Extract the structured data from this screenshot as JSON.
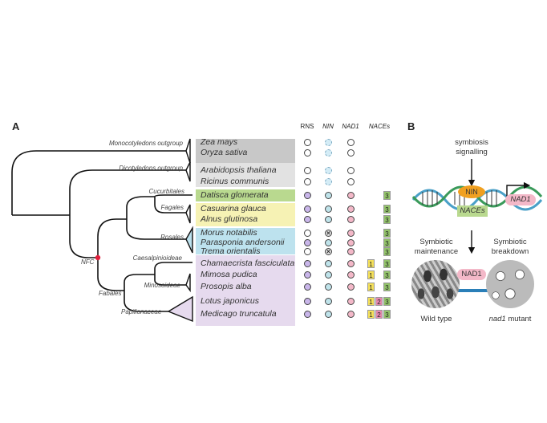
{
  "panel_a": {
    "letter": "A",
    "columns": [
      "RNS",
      "NIN",
      "NAD1",
      "NACEs"
    ],
    "colors": {
      "RNS": "#c9b6ea",
      "NIN": "#bfe3ea",
      "NAD1": "#f3b8c8",
      "nace1": "#f4e05a",
      "nace2": "#e889b0",
      "nace3": "#93c46a"
    },
    "clades": {
      "monocot": "Monocotyledons outgroup",
      "dicot": "Dicotyledons outgroup",
      "cucurbitales": "Cucurbitales",
      "fagales": "Fagales",
      "rosales": "Rosales",
      "caesalpinioideae": "Caesalpinioideae",
      "minosoideae": "Minosoideae",
      "fabales": "Fabales",
      "papilionaceae": "Papilionaceae",
      "nfc": "NFC"
    },
    "groups": [
      {
        "color": "#c8c8c8"
      },
      {
        "color": "#e2e2e2"
      },
      {
        "color": "#b9d98f"
      },
      {
        "color": "#f6f2b4"
      },
      {
        "color": "#bde2ee"
      },
      {
        "color": "#e6daee"
      }
    ],
    "species": [
      {
        "name": "Zea mays",
        "rns": "absent",
        "nin": "dashed",
        "nad1": "absent",
        "naces": []
      },
      {
        "name": "Oryza sativa",
        "rns": "absent",
        "nin": "dashed",
        "nad1": "absent",
        "naces": []
      },
      {
        "name": "Arabidopsis thaliana",
        "rns": "absent",
        "nin": "dashed",
        "nad1": "absent",
        "naces": []
      },
      {
        "name": "Ricinus communis",
        "rns": "absent",
        "nin": "dashed",
        "nad1": "absent",
        "naces": []
      },
      {
        "name": "Datisca glomerata",
        "rns": "present",
        "nin": "present",
        "nad1": "present",
        "naces": [
          "3"
        ]
      },
      {
        "name": "Casuarina glauca",
        "rns": "present",
        "nin": "present",
        "nad1": "present",
        "naces": [
          "3"
        ]
      },
      {
        "name": "Alnus glutinosa",
        "rns": "present",
        "nin": "present",
        "nad1": "present",
        "naces": [
          "3"
        ]
      },
      {
        "name": "Morus notabilis",
        "rns": "absent",
        "nin": "lost",
        "nad1": "present",
        "naces": [
          "3"
        ]
      },
      {
        "name": "Parasponia andersonii",
        "rns": "present",
        "nin": "present",
        "nad1": "present",
        "naces": [
          "3"
        ]
      },
      {
        "name": "Trema orientalis",
        "rns": "absent",
        "nin": "lost",
        "nad1": "present",
        "naces": [
          "3"
        ]
      },
      {
        "name": "Chamaecrista fasciculata",
        "rns": "present",
        "nin": "present",
        "nad1": "present",
        "naces": [
          "1",
          "3"
        ]
      },
      {
        "name": "Mimosa pudica",
        "rns": "present",
        "nin": "present",
        "nad1": "present",
        "naces": [
          "1",
          "3"
        ]
      },
      {
        "name": "Prosopis alba",
        "rns": "present",
        "nin": "present",
        "nad1": "present",
        "naces": [
          "1",
          "3"
        ]
      },
      {
        "name": "Lotus japonicus",
        "rns": "present",
        "nin": "present",
        "nad1": "present",
        "naces": [
          "1",
          "2",
          "3"
        ]
      },
      {
        "name": "Medicago truncatula",
        "rns": "present",
        "nin": "present",
        "nad1": "present",
        "naces": [
          "1",
          "2",
          "3"
        ]
      }
    ]
  },
  "panel_b": {
    "letter": "B",
    "signal_line1": "symbiosis",
    "signal_line2": "signalling",
    "nin": "NIN",
    "nad1_gene": "NAD1",
    "naces": "NACEs",
    "left_title1": "Symbiotic",
    "left_title2": "maintenance",
    "right_title1": "Symbiotic",
    "right_title2": "breakdown",
    "nad1_protein": "NAD1",
    "left_label": "Wild type",
    "right_label_italic": "nad1",
    "right_label_rest": " mutant",
    "colors": {
      "nin": "#f0a020",
      "nad1": "#f3b8c8",
      "naces": "#b9d98f",
      "arrow": "#2a7fb8"
    }
  }
}
